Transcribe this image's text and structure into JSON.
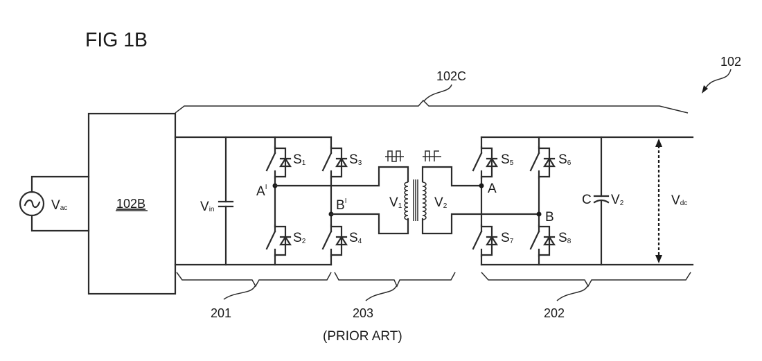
{
  "figure": {
    "title": "FIG 1B",
    "caption": "(PRIOR ART)"
  },
  "reference_numerals": {
    "system": "102",
    "converter_bracket": "102C",
    "pfc_block": "102B",
    "primary_bridge": "201",
    "secondary_bridge": "202",
    "transformer_section": "203"
  },
  "source": {
    "label": "V",
    "sub": "ac",
    "icon": "ac-source-icon"
  },
  "input_capacitor": {
    "label": "V",
    "sub": "in"
  },
  "primary_bridge": {
    "switches": [
      {
        "label": "S",
        "sub": "1"
      },
      {
        "label": "S",
        "sub": "2"
      },
      {
        "label": "S",
        "sub": "3"
      },
      {
        "label": "S",
        "sub": "4"
      }
    ],
    "nodes": [
      {
        "label": "A",
        "sup": "I"
      },
      {
        "label": "B",
        "sup": "I"
      }
    ]
  },
  "transformer": {
    "primary": {
      "label": "V",
      "sub": "1"
    },
    "secondary": {
      "label": "V",
      "sub": "2"
    },
    "waveform_icon": "square-wave-icon"
  },
  "secondary_bridge": {
    "switches": [
      {
        "label": "S",
        "sub": "5"
      },
      {
        "label": "S",
        "sub": "6"
      },
      {
        "label": "S",
        "sub": "7"
      },
      {
        "label": "S",
        "sub": "8"
      }
    ],
    "nodes": [
      {
        "label": "A"
      },
      {
        "label": "B"
      }
    ]
  },
  "output_capacitor": {
    "name": "C",
    "label": "V",
    "sub": "2"
  },
  "output_voltage": {
    "label": "V",
    "sub": "dc"
  }
}
